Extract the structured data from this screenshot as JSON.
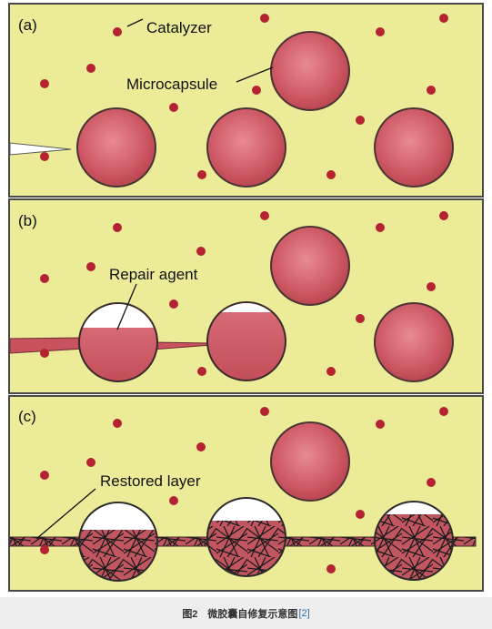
{
  "panels": [
    {
      "id": "a",
      "label": "(a)"
    },
    {
      "id": "b",
      "label": "(b)"
    },
    {
      "id": "c",
      "label": "(c)"
    }
  ],
  "labels": {
    "catalyzer": "Catalyzer",
    "microcapsule": "Microcapsule",
    "repair_agent": "Repair agent",
    "restored_layer": "Restored layer"
  },
  "caption": {
    "text": "图2　微胶囊自修复示意图",
    "ref": "[2]"
  },
  "colors": {
    "matrix": "#ecec98",
    "border": "#4a4a4a",
    "capsule": "#c8525d",
    "catalyst": "#b52332",
    "empty": "#ffffff",
    "network": "#1a1a1a"
  }
}
